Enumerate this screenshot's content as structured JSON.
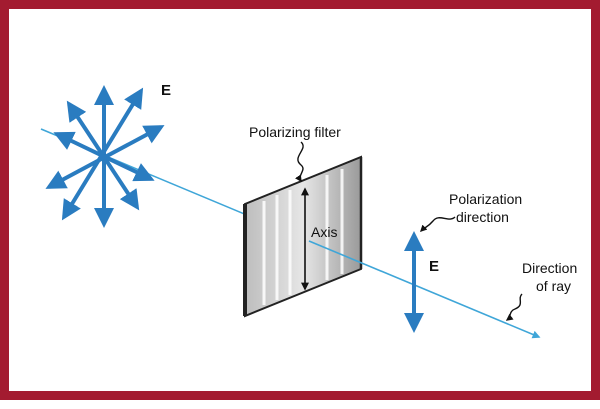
{
  "labels": {
    "e_top": "E",
    "polarizing_filter": "Polarizing filter",
    "axis": "Axis",
    "polarization_direction_line1": "Polarization",
    "polarization_direction_line2": "direction",
    "e_right": "E",
    "direction_of_ray_line1": "Direction",
    "direction_of_ray_line2": "of ray"
  },
  "colors": {
    "frame": "#a31b30",
    "arrow": "#2a7cc0",
    "ray": "#3fa6d8",
    "filter_frame": "#222222",
    "text": "#111111"
  }
}
